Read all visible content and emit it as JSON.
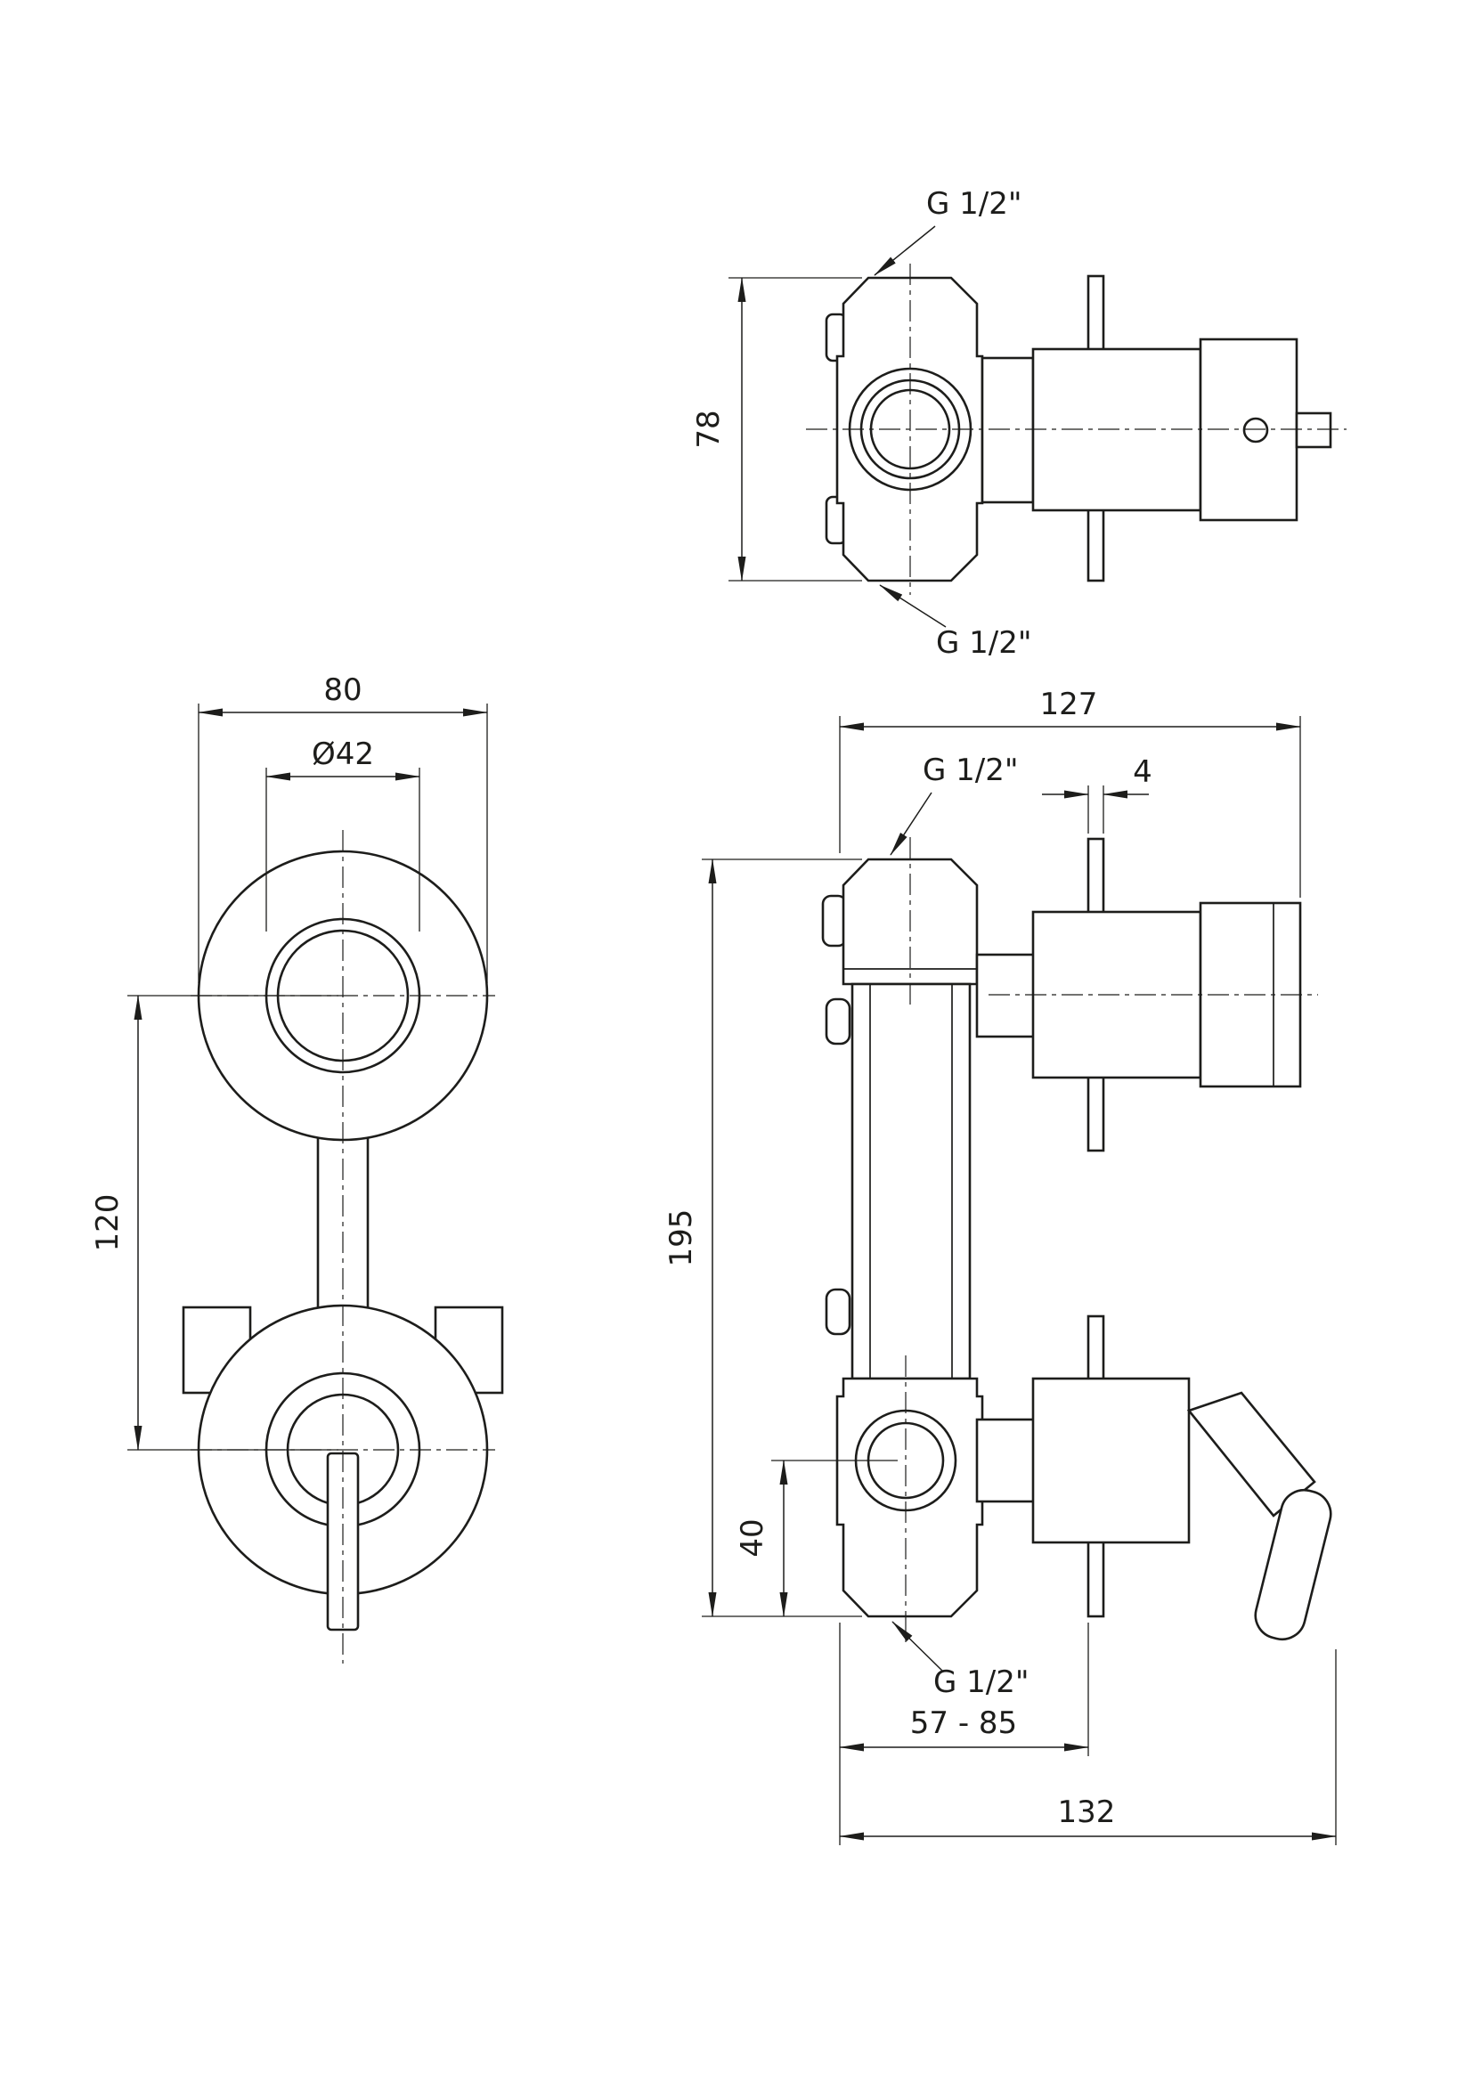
{
  "drawing": {
    "background": "#ffffff",
    "line_color": "#1d1d1b",
    "description": "Dimensional technical drawing of a wall-mounted shower mixer valve, three orthographic views"
  },
  "top_view": {
    "thread_top_label": "G 1/2\"",
    "thread_bottom_label": "G 1/2\"",
    "height_dim": "78"
  },
  "front_view": {
    "width_dim": "80",
    "knob_diameter_dim": "Ø42",
    "center_distance_dim": "120"
  },
  "side_view": {
    "width_dim": "127",
    "flange_thickness_dim": "4",
    "thread_top_label": "G 1/2\"",
    "height_dim": "195",
    "outlet_offset_dim": "40",
    "thread_bottom_label": "G 1/2\"",
    "install_depth_range_dim": "57 - 85",
    "total_depth_dim": "132"
  }
}
